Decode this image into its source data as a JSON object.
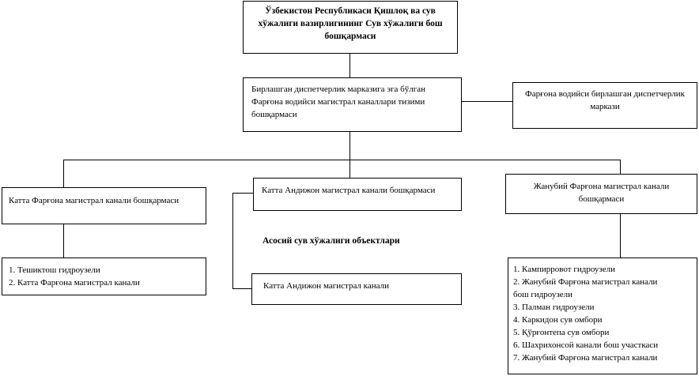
{
  "ministry_box": {
    "text": "Ўзбекистон Республикаси Қишлоқ ва сув хўжалиги вазирлигининг Сув хўжалиги бош бошқармаси"
  },
  "main_admin_box": {
    "text": "Бирлашган диспетчерлик марказига эга бўлган Фарғона водийси магистрал каналлари тизими бошқармаси"
  },
  "dispatch_box": {
    "text": "Фарғона водийси бирлашган диспетчерлик маркази"
  },
  "kfmk_box": {
    "text": "Катта Фарғона магистрал канали бошқармаси"
  },
  "kamk_box": {
    "text": "Катта Андижон магистрал канали бошқармаси"
  },
  "jfmk_box": {
    "text": "Жанубий Фарғона  магистрал  канали бошқармаси"
  },
  "objects_label": {
    "text": "Асосий сув хўжалиги объектлари"
  },
  "kfmk_objects": {
    "items": [
      "1. Тешиктош гидроузели",
      "2. Катта Фарғона магистрал канали"
    ]
  },
  "kamk_objects": {
    "text": "Катта Андижон магистрал канали"
  },
  "jfmk_objects": {
    "items": [
      "1. Кампирровот  гидроузели",
      "2. Жанубий Фарғона  магистрал  канали",
      "бош гидроузели",
      "3. Палман  гидроузели",
      "4. Каркидон сув омбори",
      "5. Қўрғонтепа сув омбори",
      "6. Шахрихонсой канали бош участкаси",
      "7. Жанубий Фарғона  магистрал  канали"
    ]
  }
}
